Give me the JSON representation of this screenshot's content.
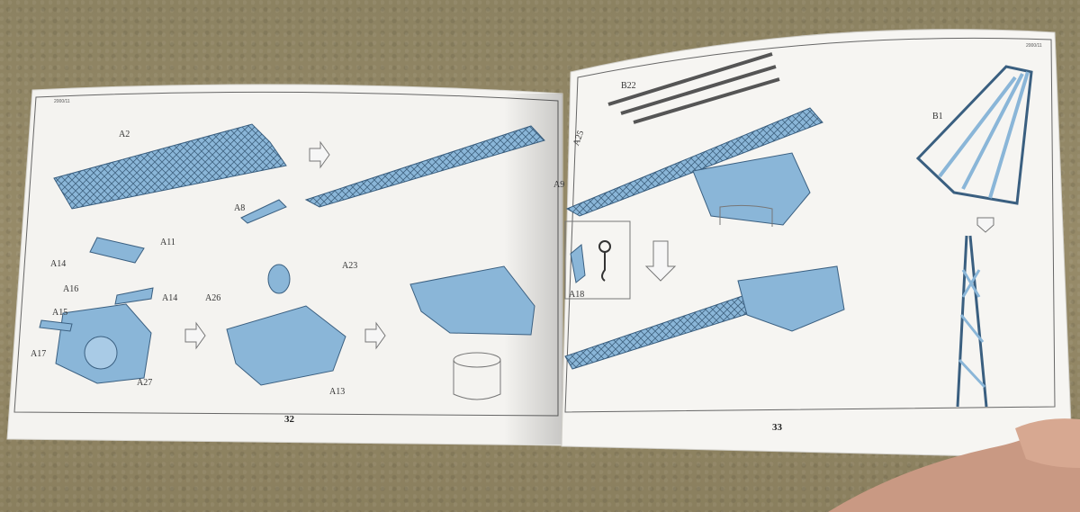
{
  "booklet": {
    "left_page": {
      "page_number": "32",
      "header_code": "2000/11",
      "labels": [
        "A2",
        "A8",
        "A11",
        "A14",
        "A16",
        "A14",
        "A15",
        "A17",
        "A27",
        "A26",
        "A23",
        "A13"
      ]
    },
    "right_page": {
      "page_number": "33",
      "header_code": "2000/11",
      "labels": [
        "B22",
        "A25",
        "A9",
        "A18",
        "B1"
      ]
    }
  },
  "colors": {
    "carpet": "#8f8463",
    "paper": "#f3f2ef",
    "part_blue": "#8ab6d8",
    "outline": "#3a5f80"
  }
}
